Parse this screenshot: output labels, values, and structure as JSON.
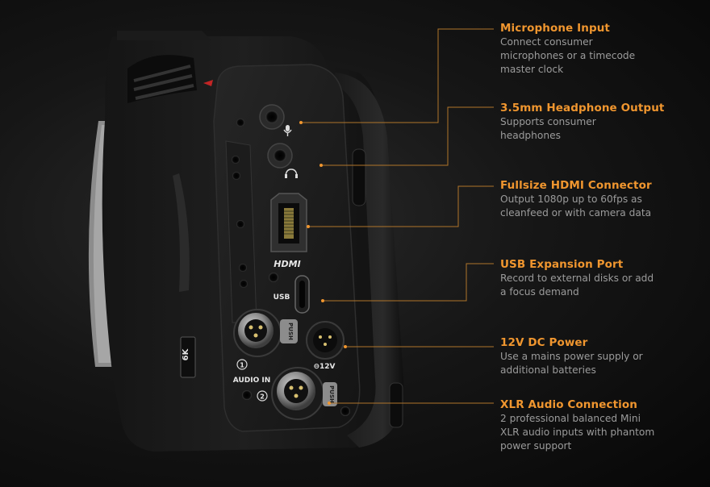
{
  "accent_color": "#f0962f",
  "callouts": [
    {
      "title": "Microphone Input",
      "desc": "Connect consumer\nmicrophones or a timecode\nmaster clock"
    },
    {
      "title": "3.5mm Headphone Output",
      "desc": "Supports consumer\nheadphones"
    },
    {
      "title": "Fullsize HDMI Connector",
      "desc": "Output 1080p up to 60fps as\ncleanfeed or with camera data"
    },
    {
      "title": "USB Expansion Port",
      "desc": "Record to external disks or add\na focus demand"
    },
    {
      "title": "12V DC Power",
      "desc": "Use a mains power supply or\nadditional batteries"
    },
    {
      "title": "XLR Audio Connection",
      "desc": "2 professional balanced Mini\nXLR audio inputs with phantom\npower support"
    }
  ],
  "camera_labels": {
    "hdmi": "HDMI",
    "usb": "USB",
    "power": "⊖12V",
    "audio_in": "AUDIO IN",
    "input_1": "1",
    "input_2": "2",
    "push": "PUSH",
    "badge": "6K"
  }
}
